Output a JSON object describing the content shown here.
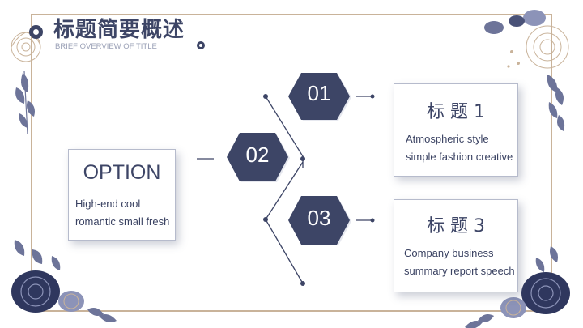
{
  "header": {
    "title": "标题简要概述",
    "subtitle": "BRIEF OVERVIEW OF TITLE"
  },
  "steps": [
    {
      "label": "01"
    },
    {
      "label": "02"
    },
    {
      "label": "03"
    }
  ],
  "option_card": {
    "title": "OPTION",
    "line1": "High-end cool",
    "line2": "romantic small fresh"
  },
  "card_1": {
    "title": "标 题 1",
    "line1": "Atmospheric style",
    "line2": "simple fashion creative"
  },
  "card_3": {
    "title": "标 题 3",
    "line1": "Company business",
    "line2": "summary report speech"
  },
  "colors": {
    "navy": "#3d4566",
    "frame": "#c9b39a",
    "petal_light": "#8c93b8",
    "petal_dark": "#2f375e"
  }
}
